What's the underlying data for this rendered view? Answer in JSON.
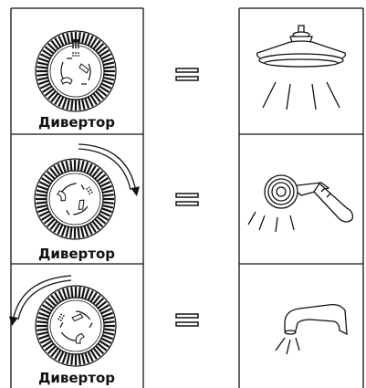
{
  "rows": [
    {
      "diverter_label": "Дивертор",
      "outlet_icon": "rain-shower-head-icon",
      "diverter_icon": "diverter-dial-icon"
    },
    {
      "diverter_label": "Дивертор",
      "outlet_icon": "hand-shower-icon",
      "rotation_icon": "clockwise-arrow-icon",
      "diverter_icon": "diverter-dial-icon"
    },
    {
      "diverter_label": "Дивертор",
      "outlet_icon": "tub-spout-icon",
      "rotation_icon": "counterclockwise-arrow-icon",
      "diverter_icon": "diverter-dial-icon"
    }
  ],
  "equals_symbol": "=",
  "colors": {
    "line": "#111111",
    "background": "#ffffff"
  }
}
